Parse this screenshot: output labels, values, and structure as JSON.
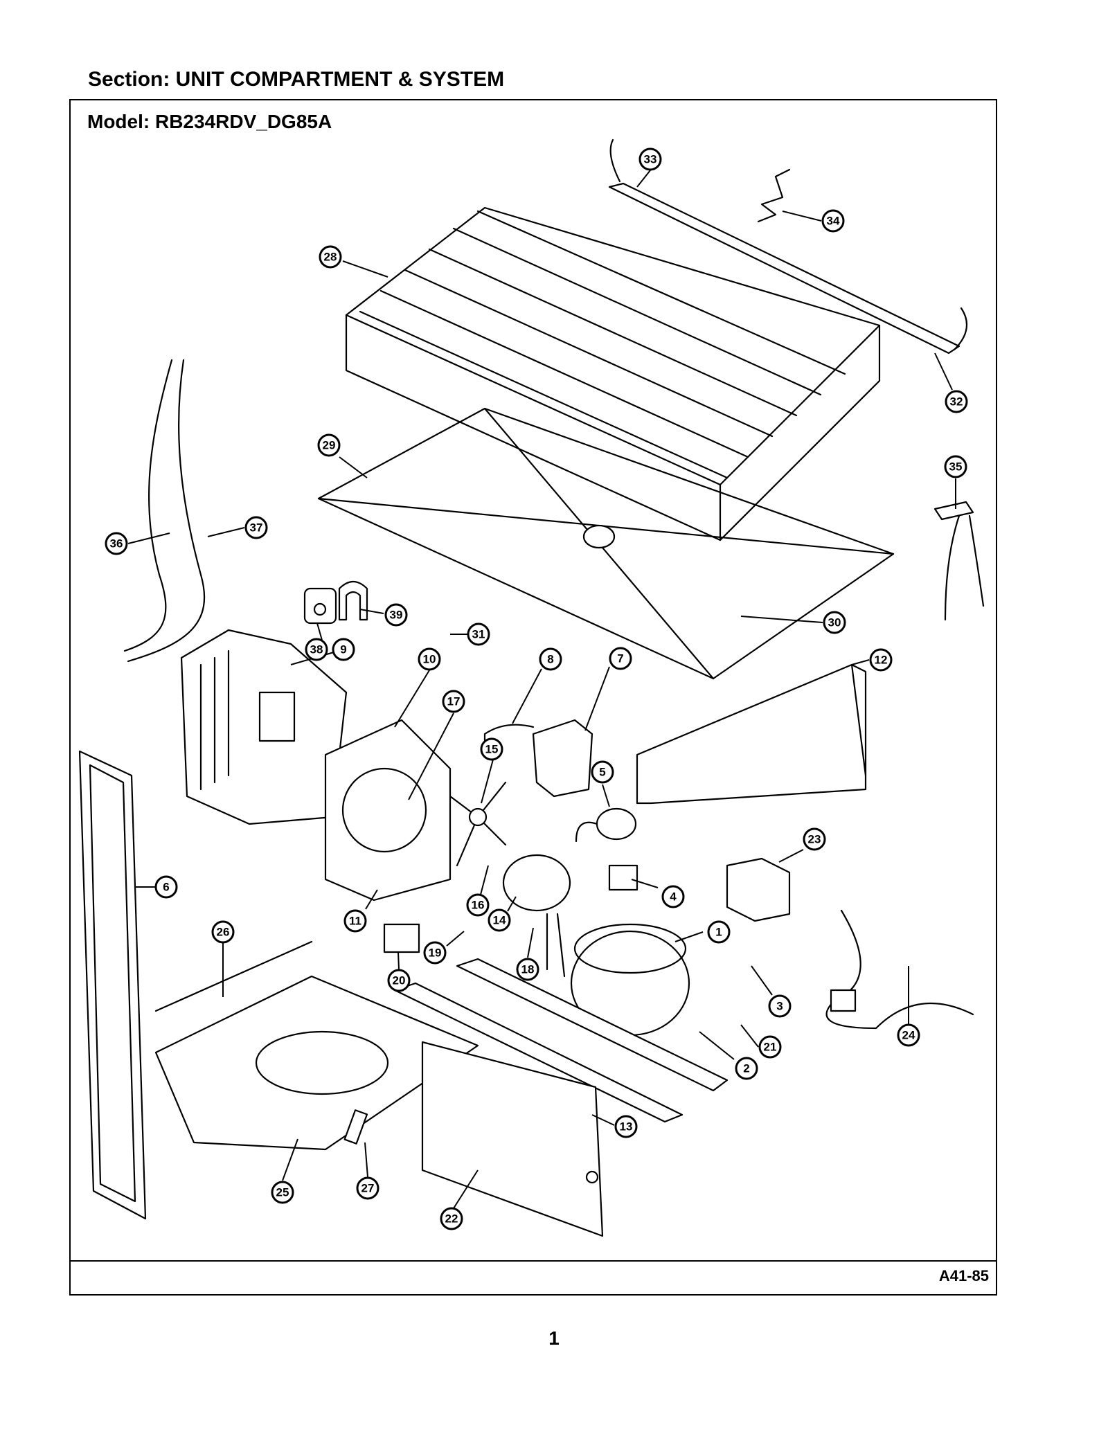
{
  "header": {
    "section": "Section:  UNIT COMPARTMENT & SYSTEM",
    "model": "Model:  RB234RDV_DG85A"
  },
  "footer": {
    "diagram_code": "A41-85",
    "page_number": "1"
  },
  "callouts": [
    "1",
    "2",
    "3",
    "4",
    "5",
    "6",
    "7",
    "8",
    "9",
    "10",
    "11",
    "12",
    "13",
    "14",
    "15",
    "16",
    "17",
    "18",
    "19",
    "20",
    "21",
    "22",
    "23",
    "24",
    "25",
    "26",
    "27",
    "28",
    "29",
    "30",
    "31",
    "32",
    "33",
    "34",
    "35",
    "36",
    "37",
    "38",
    "39"
  ]
}
